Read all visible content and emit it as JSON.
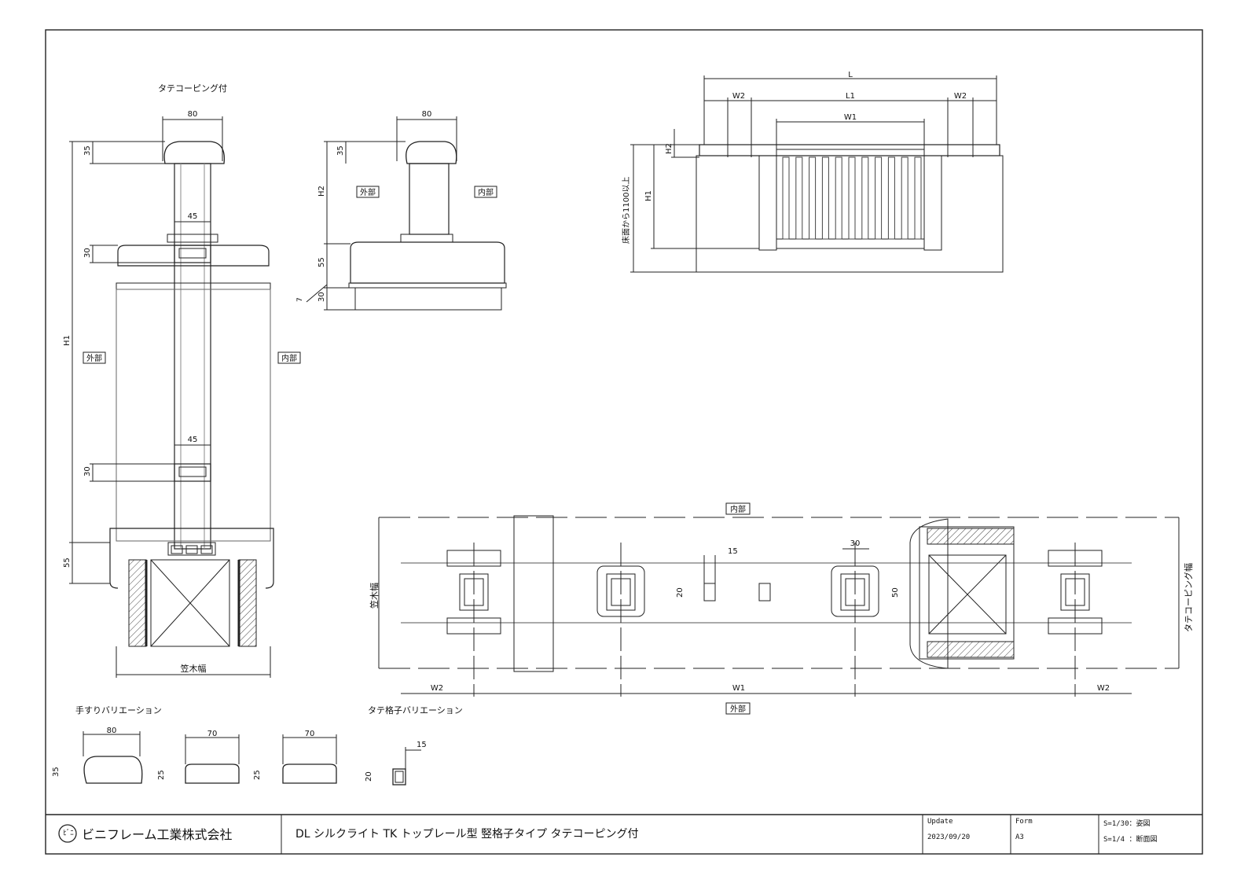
{
  "labels": {
    "tate_coping_heading": "タテコーピング付",
    "outside": "外部",
    "inside": "内部",
    "kasagi_width": "笠木幅",
    "tate_coping_width": "タテコーピング幅",
    "floor_height": "床面から1100以上",
    "handrail_variation": "手すりバリエーション",
    "baluster_variation": "タテ格子バリエーション"
  },
  "dims": {
    "d80": "80",
    "d70": "70",
    "d45": "45",
    "d35": "35",
    "d30": "30",
    "d55": "55",
    "d25": "25",
    "d20": "20",
    "d15": "15",
    "d50": "50",
    "d7": "7",
    "H1": "H1",
    "H2": "H2",
    "L": "L",
    "L1": "L1",
    "W1": "W1",
    "W2": "W2"
  },
  "title_block": {
    "company_mark": "ﾋﾞﾆ",
    "company": "ビニフレーム工業株式会社",
    "product": "DL シルクライト TK トップレール型 竪格子タイプ タテコーピング付",
    "update_label": "Update",
    "update_date": "2023/09/20",
    "form_label": "Form",
    "form_value": "A3",
    "scale_1": "S=1/30：姿図",
    "scale_2": "S=1/4 ：断面図"
  }
}
